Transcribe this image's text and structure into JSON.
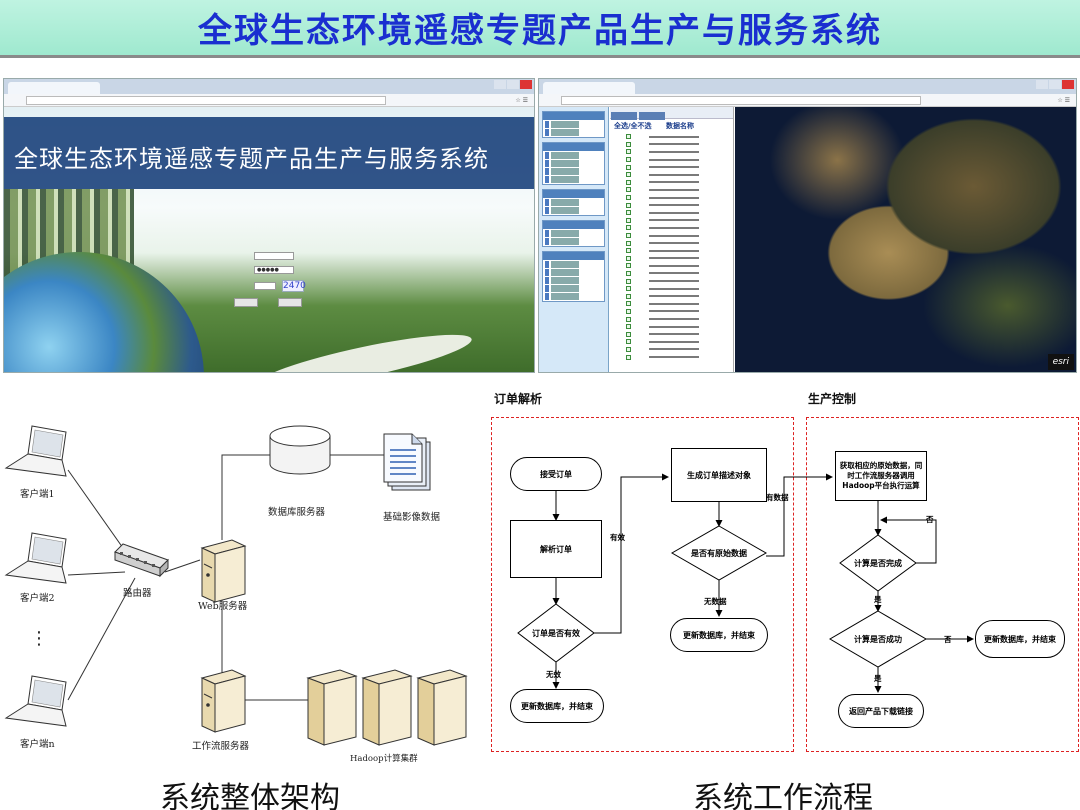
{
  "slide": {
    "title": "全球生态环境遥感专题产品生产与服务系统",
    "colors": {
      "title_text": "#1a2fd0",
      "title_band": "#a8ecd5",
      "flow_box": "#d22222"
    }
  },
  "screenshot_login": {
    "banner_title": "全球生态环境遥感专题产品生产与服务系统",
    "captcha": "2470"
  },
  "screenshot_map": {
    "list_header_left": "全选/全不选",
    "list_header_right": "数据名称",
    "esri_logo": "esri"
  },
  "architecture": {
    "caption": "系统整体架构",
    "nodes": {
      "client1": "客户端1",
      "client2": "客户端2",
      "clientn": "客户端n",
      "ellipsis": "⋮",
      "router": "路由器",
      "web_server": "Web服务器",
      "db_server": "数据库服务器",
      "base_image": "基础影像数据",
      "workflow_server": "工作流服务器",
      "hadoop": "Hadoop计算集群"
    }
  },
  "workflow": {
    "caption": "系统工作流程",
    "section_order": "订单解析",
    "section_production": "生产控制",
    "nodes": {
      "receive": "接受订单",
      "parse": "解析订单",
      "valid_q": "订单是否有效",
      "update_end_left": "更新数据库，并结束",
      "gen_desc": "生成订单描述对象",
      "has_data_q": "是否有原始数据",
      "update_end_mid": "更新数据库，并结束",
      "fetch": "获取相应的原始数据，同时工作流服务器调用Hadoop平台执行运算",
      "done_q": "计算是否完成",
      "success_q": "计算是否成功",
      "update_end_right": "更新数据库，并结束",
      "return_link": "返回产品下载链接"
    },
    "edges": {
      "valid_yes": "有效",
      "valid_no": "无效",
      "has_data_yes": "有数据",
      "has_data_no": "无数据",
      "done_no": "否",
      "done_yes": "是",
      "success_no": "否",
      "success_yes": "是"
    }
  }
}
